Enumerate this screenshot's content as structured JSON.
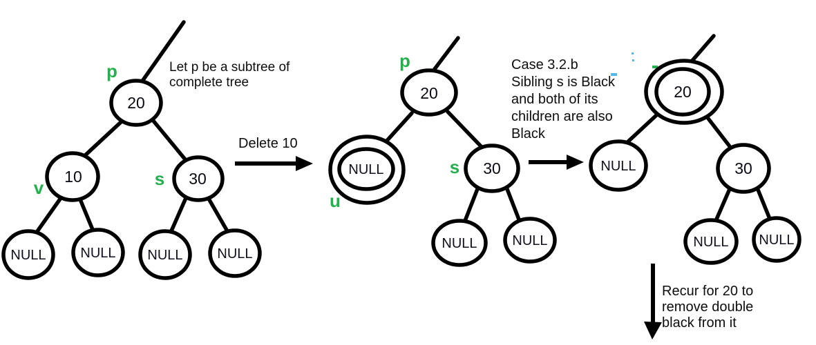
{
  "colors": {
    "ink": "#000000",
    "label_green": "#22b14c",
    "node_red": "#ed1c24"
  },
  "step1": {
    "note_line1": "Let p be a subtree of",
    "note_line2": "complete tree",
    "label_p": "p",
    "label_v": "v",
    "label_s": "s",
    "root_value": "20",
    "left_value": "10",
    "right_value": "30",
    "null_text": "NULL"
  },
  "transition1": {
    "label": "Delete 10"
  },
  "step2": {
    "label_p": "p",
    "label_u": "u",
    "label_s": "s",
    "root_value": "20",
    "right_value": "30",
    "null_text": "NULL"
  },
  "step3": {
    "case_line1": "Case 3.2.b",
    "case_line2": "Sibling s is Black",
    "case_line3": "and both of its",
    "case_line4": "children are also",
    "case_line5": "Black",
    "root_value": "20",
    "right_value": "30",
    "null_text": "NULL",
    "recur_line1": "Recur for 20 to",
    "recur_line2": "remove double",
    "recur_line3": "black from it"
  }
}
